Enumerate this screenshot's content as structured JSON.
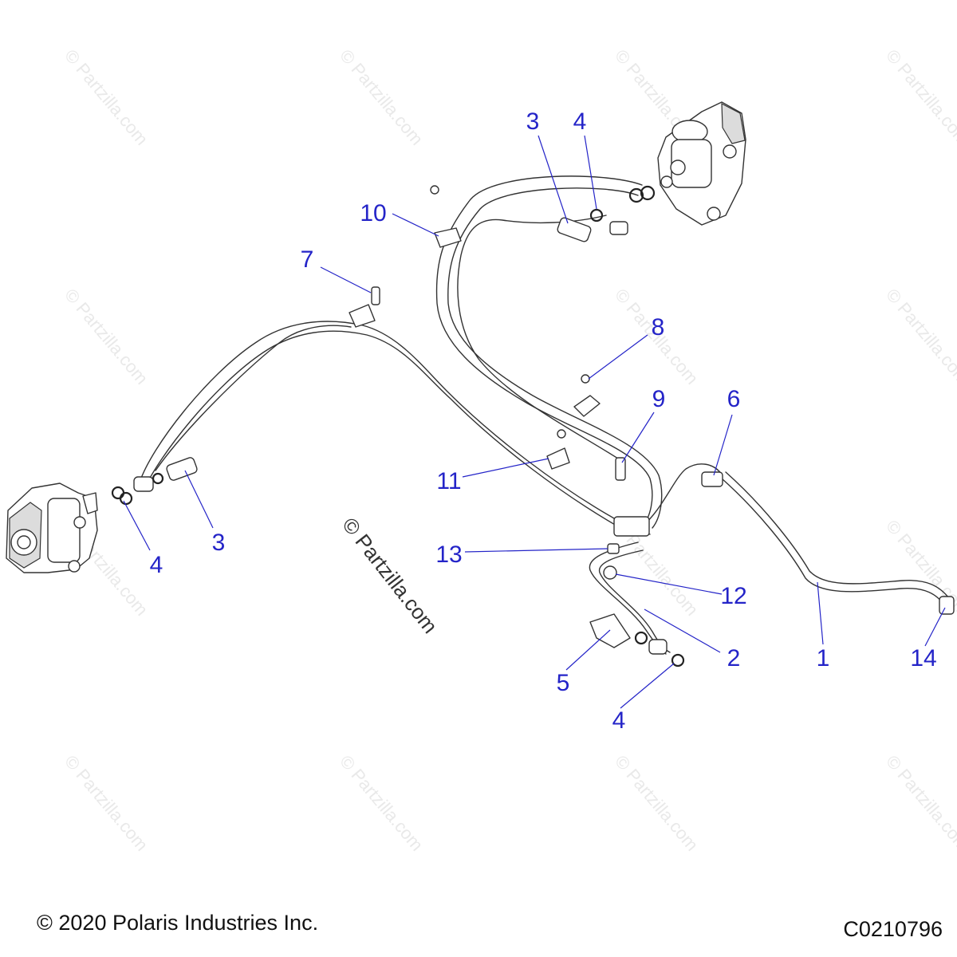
{
  "watermark": {
    "text": "© Partzilla.com"
  },
  "callouts": [
    {
      "id": "c3-top",
      "label": "3"
    },
    {
      "id": "c4-top",
      "label": "4"
    },
    {
      "id": "c10",
      "label": "10"
    },
    {
      "id": "c7",
      "label": "7"
    },
    {
      "id": "c8",
      "label": "8"
    },
    {
      "id": "c9",
      "label": "9"
    },
    {
      "id": "c6",
      "label": "6"
    },
    {
      "id": "c11",
      "label": "11"
    },
    {
      "id": "c4-left",
      "label": "4"
    },
    {
      "id": "c3-left",
      "label": "3"
    },
    {
      "id": "c13",
      "label": "13"
    },
    {
      "id": "c12",
      "label": "12"
    },
    {
      "id": "c2",
      "label": "2"
    },
    {
      "id": "c1",
      "label": "1"
    },
    {
      "id": "c14",
      "label": "14"
    },
    {
      "id": "c5",
      "label": "5"
    },
    {
      "id": "c4-bottom",
      "label": "4"
    }
  ],
  "footer": {
    "copyright": "© 2020 Polaris Industries Inc.",
    "diagram_code": "C0210796"
  },
  "colors": {
    "callout": "#2424c8",
    "line_art": "#333333",
    "watermark": "#e9e9e9"
  }
}
